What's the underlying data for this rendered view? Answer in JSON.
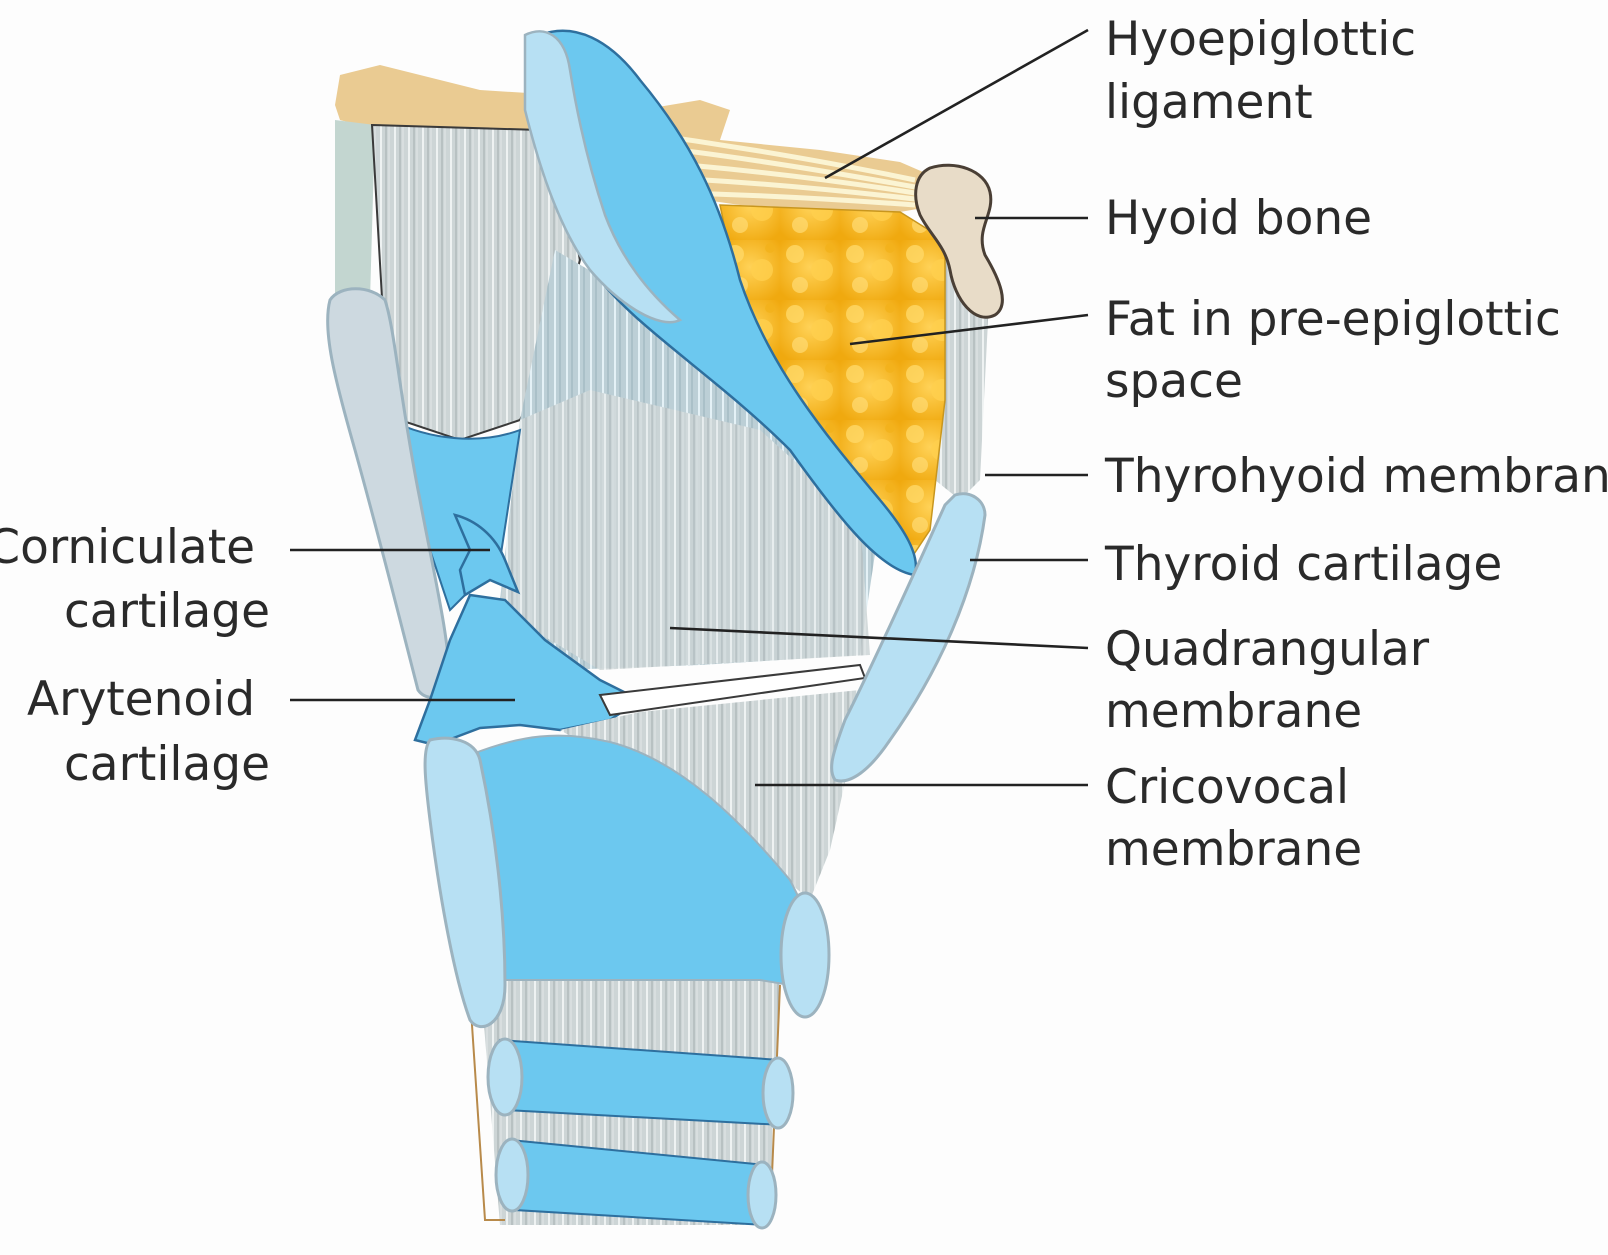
{
  "diagram": {
    "labels": {
      "hyoepiglottic_ligament": [
        "Hyoepiglottic",
        "ligament"
      ],
      "hyoid_bone": [
        "Hyoid bone"
      ],
      "fat_pre_epiglottic": [
        "Fat in pre-epiglottic",
        "space"
      ],
      "thyrohyoid_membrane": [
        "Thyrohyoid membrane"
      ],
      "thyroid_cartilage": [
        "Thyroid cartilage"
      ],
      "quadrangular_membrane": [
        "Quadrangular",
        "membrane"
      ],
      "cricovocal_membrane": [
        "Cricovocal",
        "membrane"
      ],
      "corniculate_cartilage": [
        "Corniculate",
        "cartilage"
      ],
      "arytenoid_cartilage": [
        "Arytenoid",
        "cartilage"
      ]
    },
    "colors": {
      "cartilage_blue": "#6cc8ef",
      "cartilage_pale": "#b7e0f3",
      "membrane_grey": "#c9d3d6",
      "fat_yellow": "#f6b51c",
      "hyoid_tan": "#eacb92",
      "bone": "#e8dcc8"
    }
  }
}
